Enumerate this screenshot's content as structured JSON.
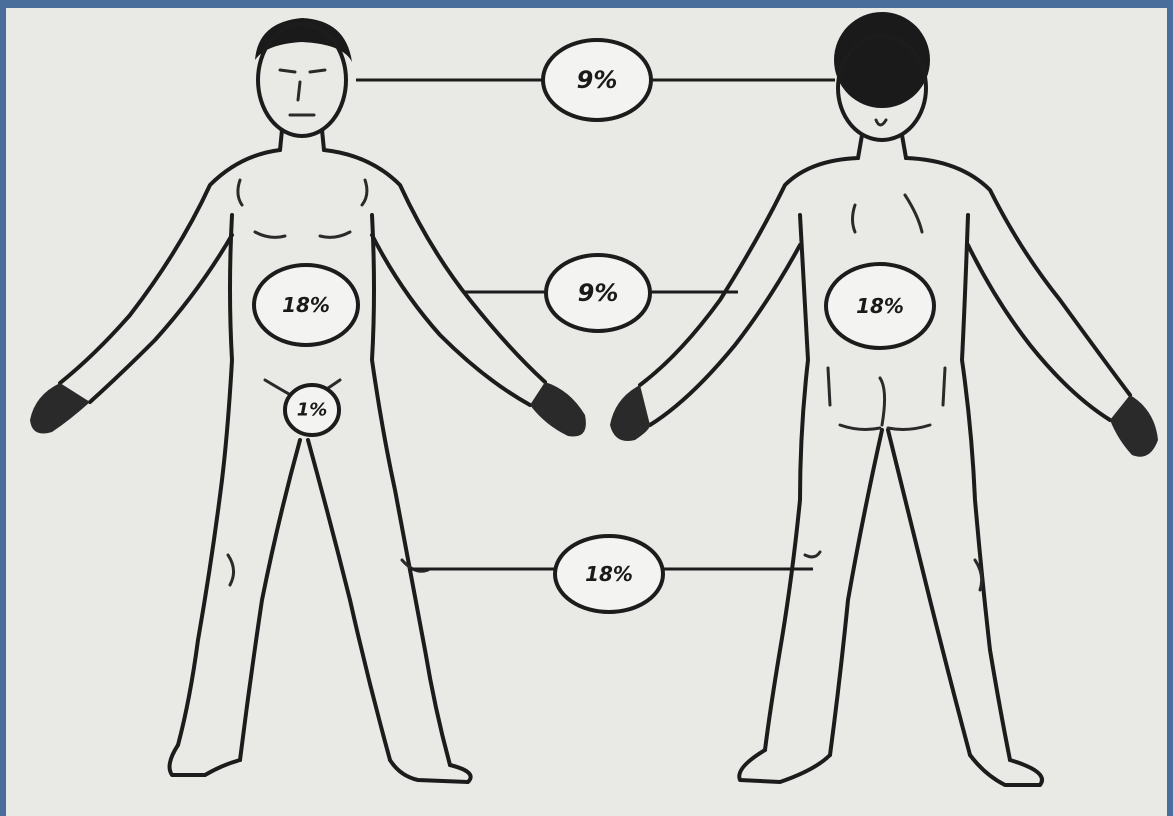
{
  "labels": {
    "head": "9%",
    "arms": "9%",
    "trunk_front": "18%",
    "trunk_back": "18%",
    "genitals": "1%",
    "legs": "18%"
  },
  "colors": {
    "frame": "#4a6e9c",
    "paper": "#e9e9e6",
    "ink": "#1c1c1c"
  }
}
